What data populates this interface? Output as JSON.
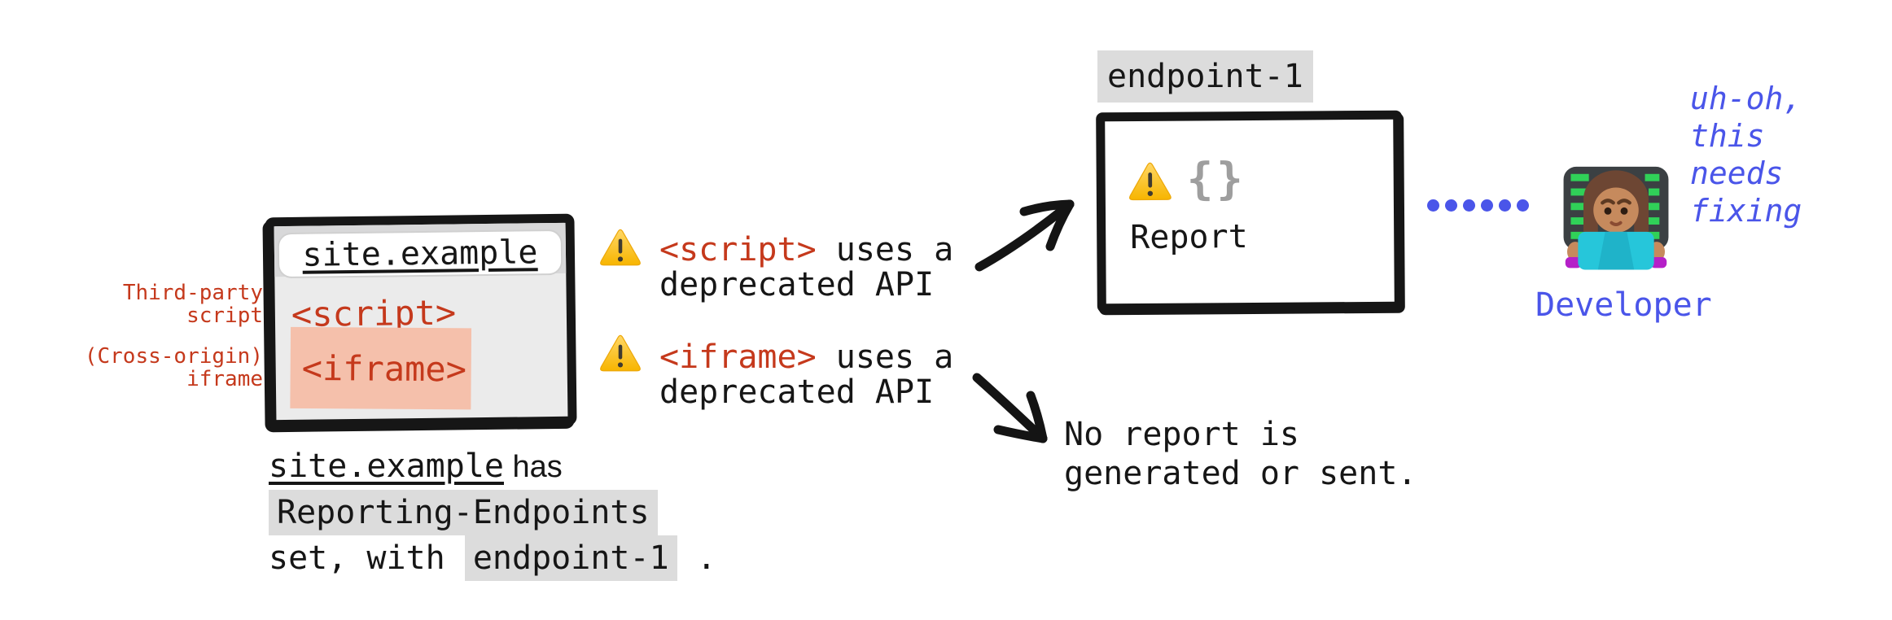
{
  "colors": {
    "ink": "#161616",
    "accent_red": "#c5391c",
    "highlight_salmon": "#f5c0ab",
    "highlight_gray": "#dcdcdc",
    "accent_blue": "#4a55e9",
    "braces_gray": "#9e9e9e",
    "warning_yellow": "#f7b500"
  },
  "browser": {
    "address": "site.example",
    "script_tag": "<script>",
    "iframe_tag": "<iframe>"
  },
  "side_labels": {
    "third_party_line1": "Third-party",
    "third_party_line2": "script",
    "cross_origin_line1": "(Cross-origin)",
    "cross_origin_line2": "iframe"
  },
  "caption": {
    "site": "site.example",
    "has": " has",
    "header_name": "Reporting-Endpoints",
    "set_with": "set, with ",
    "endpoint": "endpoint-1",
    "period": " ."
  },
  "warnings": [
    {
      "tag": "<script>",
      "rest": " uses a",
      "line2": "deprecated API"
    },
    {
      "tag": "<iframe>",
      "rest": " uses a",
      "line2": "deprecated API"
    }
  ],
  "endpoint_box": {
    "label": "endpoint-1",
    "braces": "{}",
    "report": "Report"
  },
  "no_report": {
    "line1": "No report is",
    "line2": "generated or sent."
  },
  "developer": {
    "thought": [
      "uh-oh,",
      "this",
      "needs",
      "fixing"
    ],
    "label": "Developer"
  }
}
